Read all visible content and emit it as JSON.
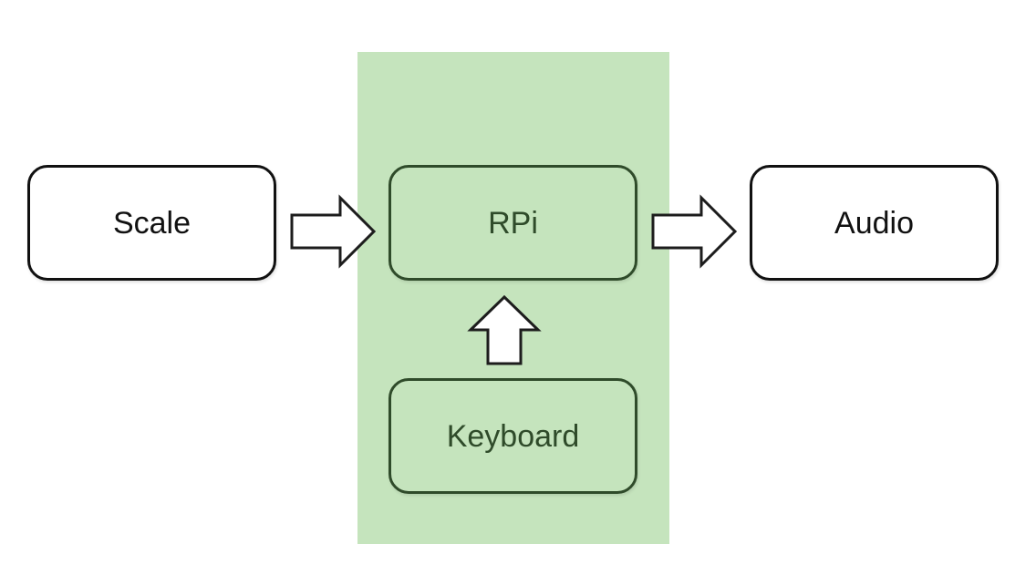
{
  "diagram": {
    "nodes": {
      "scale": "Scale",
      "rpi": "RPi",
      "audio": "Audio",
      "keyboard": "Keyboard"
    },
    "edges": [
      {
        "from": "Scale",
        "to": "RPi"
      },
      {
        "from": "RPi",
        "to": "Audio"
      },
      {
        "from": "Keyboard",
        "to": "RPi"
      }
    ],
    "colors": {
      "region_fill": "#c5e4bd",
      "outer_stroke": "#111111",
      "inner_stroke": "#2f4b2a",
      "inner_text": "#2f4b2a"
    }
  }
}
